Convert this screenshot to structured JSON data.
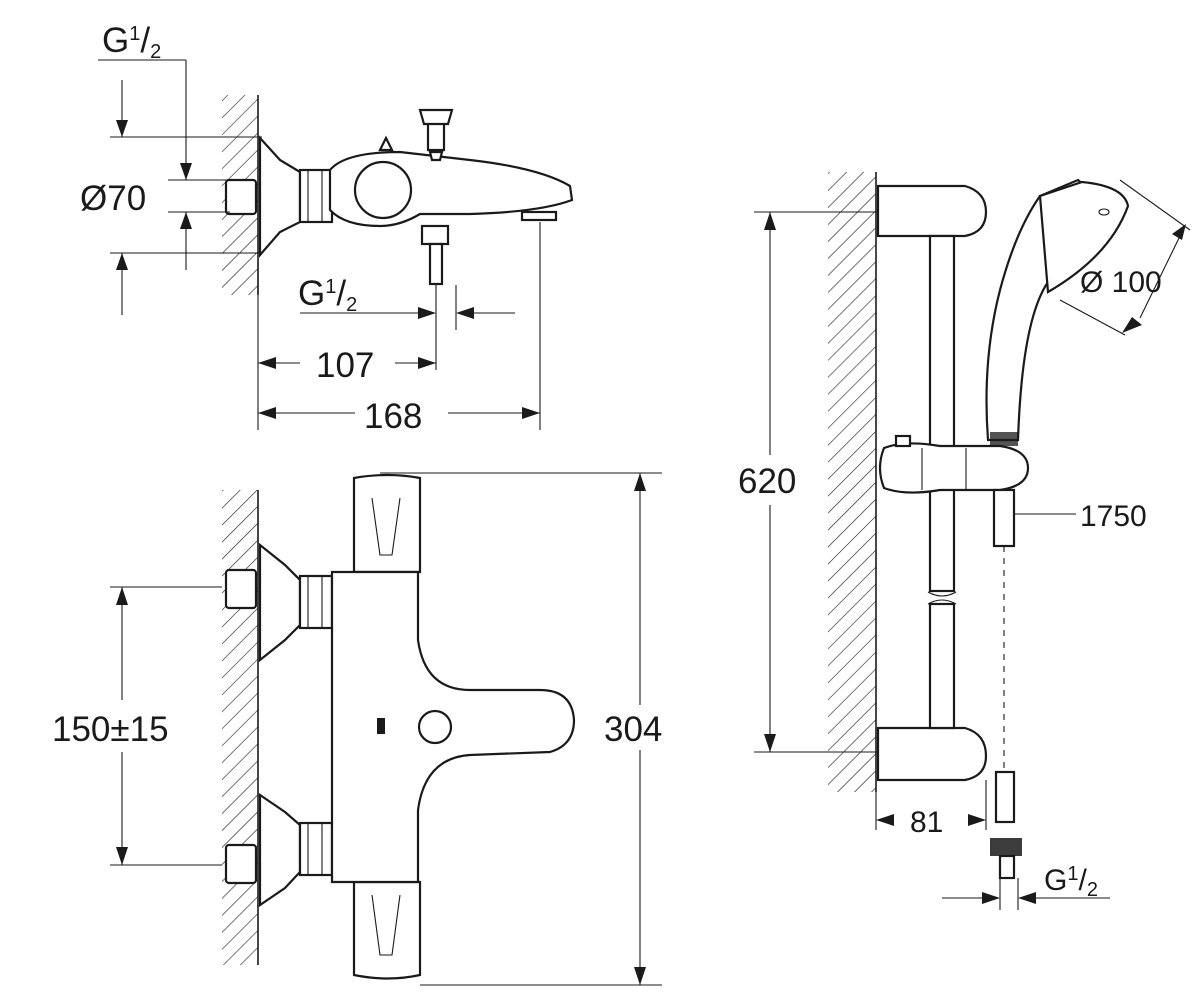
{
  "dimensions": {
    "thread_top": "G",
    "thread_fraction_num": "1",
    "thread_fraction_den": "2",
    "diameter_70": "Ø70",
    "thread_outlet": "G",
    "dim_107": "107",
    "dim_168": "168",
    "dim_150": "150±15",
    "dim_304": "304",
    "dim_620": "620",
    "diameter_100": "Ø 100",
    "hose_1750": "1750",
    "dim_81": "81",
    "thread_hose": "G"
  },
  "colors": {
    "line": "#1a1a1a",
    "background": "#ffffff"
  }
}
